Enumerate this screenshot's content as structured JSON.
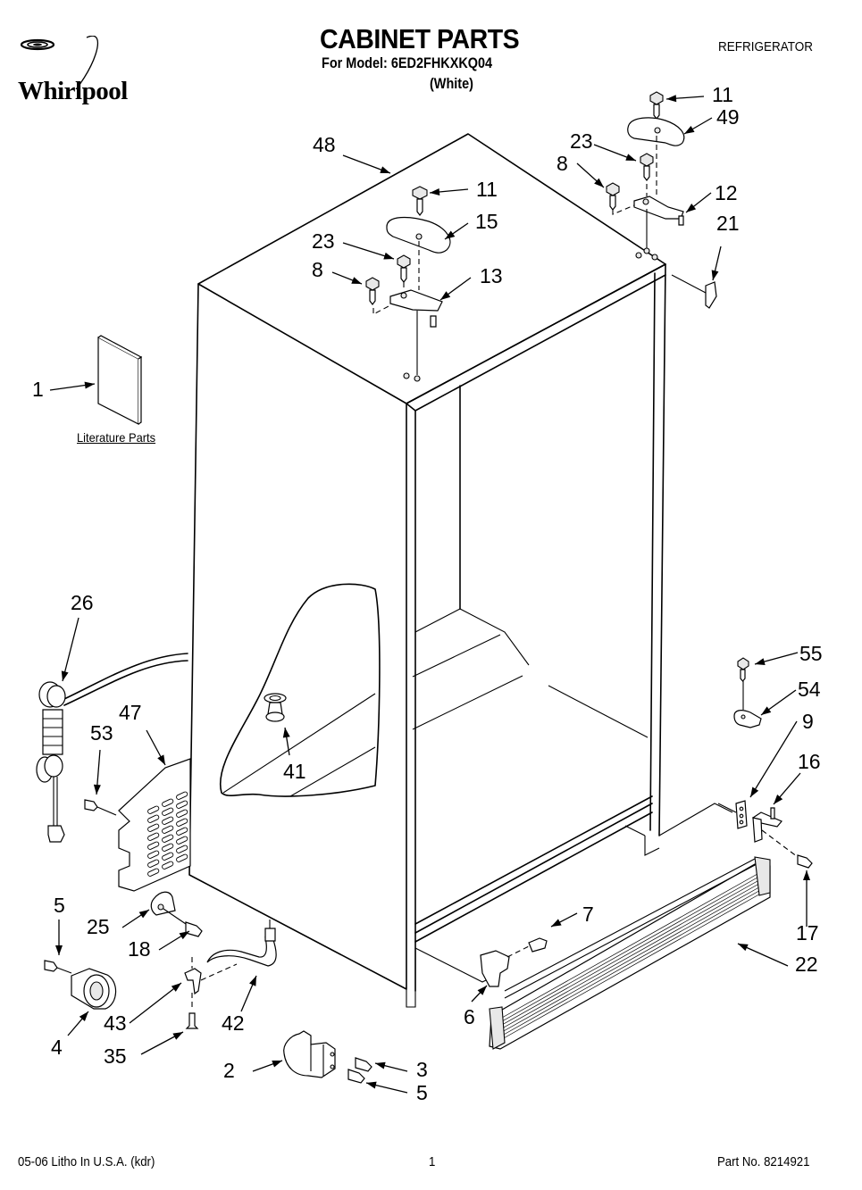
{
  "header": {
    "brand": "Whirlpool",
    "title": "CABINET PARTS",
    "model_line": "For Model: 6ED2FHKXKQ04",
    "color_note": "(White)",
    "category": "REFRIGERATOR"
  },
  "literature": {
    "label": "Literature Parts"
  },
  "callouts": {
    "c1": "1",
    "c2": "2",
    "c3": "3",
    "c4": "4",
    "c5a": "5",
    "c5b": "5",
    "c6": "6",
    "c7": "7",
    "c8a": "8",
    "c8b": "8",
    "c9": "9",
    "c11a": "11",
    "c11b": "11",
    "c12": "12",
    "c13": "13",
    "c15": "15",
    "c16": "16",
    "c17": "17",
    "c18": "18",
    "c21": "21",
    "c22": "22",
    "c23a": "23",
    "c23b": "23",
    "c25": "25",
    "c26": "26",
    "c35": "35",
    "c41": "41",
    "c42": "42",
    "c43": "43",
    "c47": "47",
    "c48": "48",
    "c49": "49",
    "c53": "53",
    "c54": "54",
    "c55": "55"
  },
  "footer": {
    "print_info": "05-06 Litho In U.S.A. (kdr)",
    "page_number": "1",
    "part_number": "Part No. 8214921"
  }
}
